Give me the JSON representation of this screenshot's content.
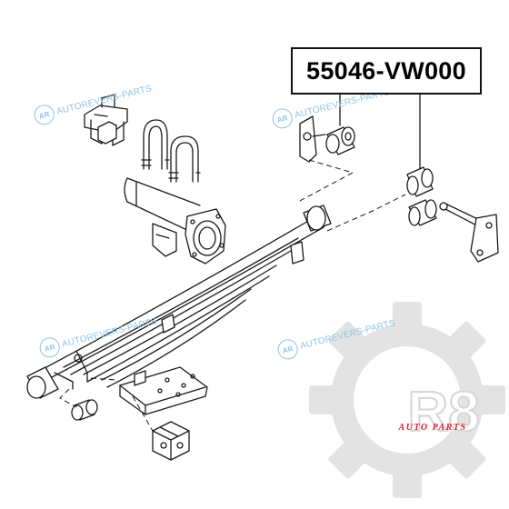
{
  "part_number": "55046-VW000",
  "watermark": {
    "text": "AUTOREVERS-PARTS",
    "badge": "AR",
    "color": "#8fc3e6"
  },
  "logo": {
    "mark": "R8",
    "tagline": "AUTO PARTS",
    "accent_color": "#e0202a",
    "gear_color": "#e3e3e3"
  }
}
